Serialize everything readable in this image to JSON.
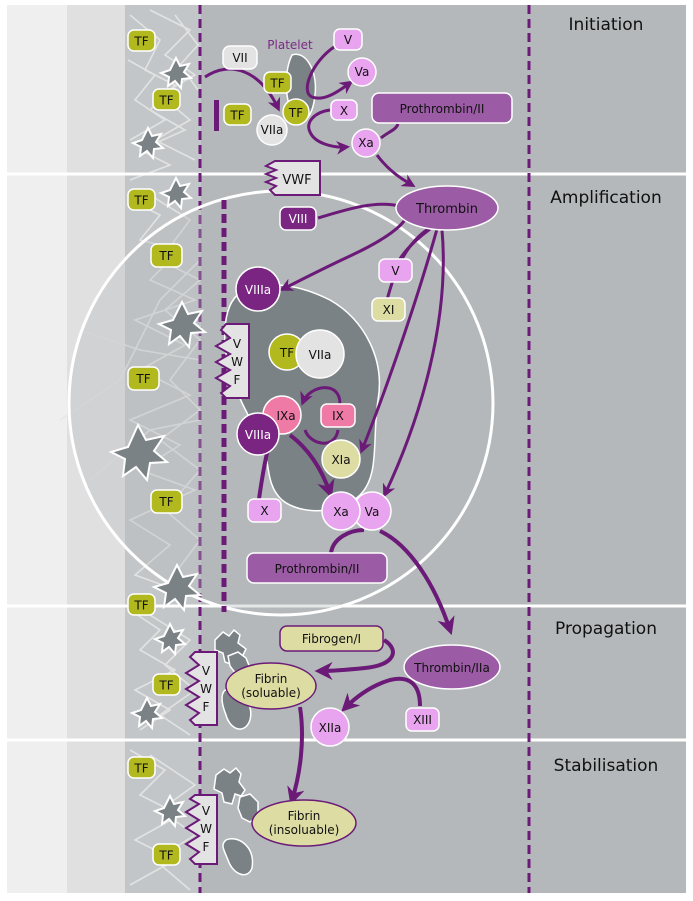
{
  "phases": [
    {
      "label": "Initiation"
    },
    {
      "label": "Amplification"
    },
    {
      "label": "Propagation"
    },
    {
      "label": "Stabilisation"
    }
  ],
  "labels": {
    "platelet": "Platelet",
    "tf": "TF",
    "vwf": "VWF",
    "vwf_letters": [
      "V",
      "W",
      "F"
    ]
  },
  "initiation": {
    "vii": "VII",
    "viia": "VIIa",
    "v": "V",
    "va": "Va",
    "x": "X",
    "xa": "Xa",
    "prothrombin": "Prothrombin/II"
  },
  "amplification": {
    "thrombin": "Thrombin",
    "viii": "VIII",
    "viiia": "VIIIa",
    "v": "V",
    "xi": "XI",
    "tf": "TF",
    "viia": "VIIa",
    "ixa": "IXa",
    "ix": "IX",
    "viiia2": "VIIIa",
    "xia": "XIa",
    "x": "X",
    "xa": "Xa",
    "va": "Va",
    "prothrombin": "Prothrombin/II"
  },
  "propagation": {
    "fibrinogen": "Fibrogen/I",
    "thrombin": "Thrombin/IIa",
    "fibrin_soluble_1": "Fibrin",
    "fibrin_soluble_2": "(soluable)",
    "xiiia": "XIIa",
    "xiii": "XIII"
  },
  "stabilisation": {
    "fibrin_insoluble_1": "Fibrin",
    "fibrin_insoluble_2": "(insoluable)"
  },
  "colors": {
    "purple_dark": "#6b1a78",
    "purple_mid": "#9b5ba5",
    "pink_light": "#e9a4ef",
    "pink_hot": "#f07aa6",
    "olive": "#b2b91e",
    "pale_yellow": "#dcdca3",
    "panel_grey": "#b4b8ba",
    "platelet_grey": "#7b8285"
  }
}
